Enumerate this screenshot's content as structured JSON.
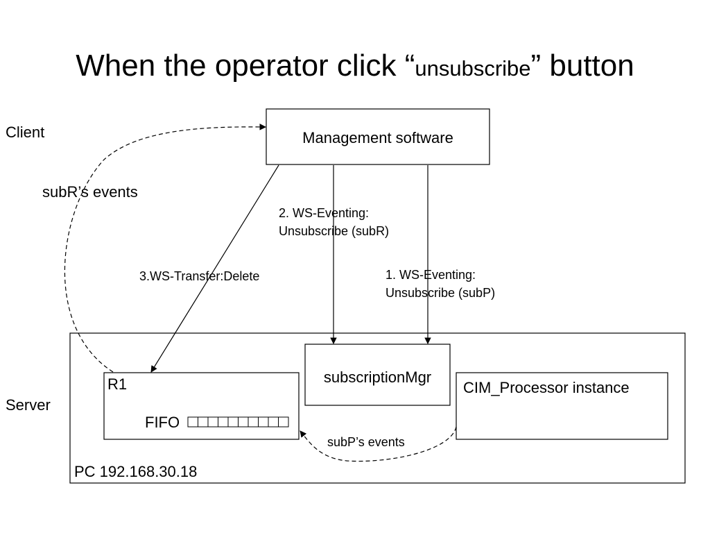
{
  "title": {
    "prefix": "When the operator click “",
    "keyword": "unsubscribe",
    "suffix": "” button"
  },
  "labels": {
    "client": "Client",
    "server": "Server",
    "subr_events": "subR’s events",
    "subp_events": "subP’s events",
    "pc_address": "PC 192.168.30.18"
  },
  "boxes": {
    "management_software": "Management software",
    "subscription_mgr": "subscriptionMgr",
    "cim_processor": "CIM_Processor instance",
    "r1": "R1",
    "fifo": "FIFO"
  },
  "arrows": {
    "ws_transfer_delete": "3.WS-Transfer:Delete",
    "ws_eventing_subr_line1": "2. WS-Eventing:",
    "ws_eventing_subr_line2": "Unsubscribe (subR)",
    "ws_eventing_subp_line1": "1. WS-Eventing:",
    "ws_eventing_subp_line2": "Unsubscribe (subP)"
  }
}
